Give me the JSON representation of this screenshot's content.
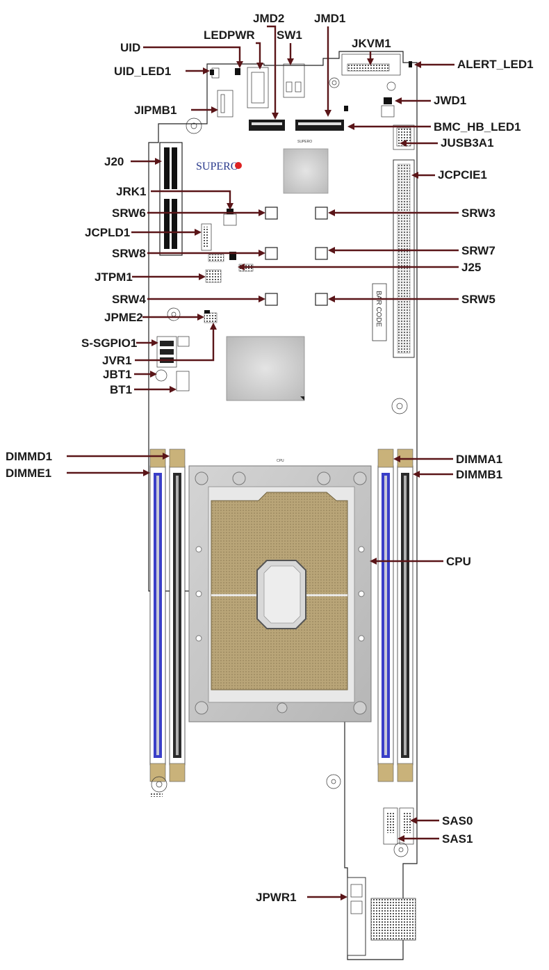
{
  "board": {
    "brand": "SUPERO",
    "barcode_label": "BAR CODE",
    "cpu_silk": "CPU"
  },
  "labels": {
    "jmd2": "JMD2",
    "jmd1": "JMD1",
    "sw1": "SW1",
    "jkvm1": "JKVM1",
    "uid": "UID",
    "ledpwr": "LEDPWR",
    "uid_led1": "UID_LED1",
    "alert_led1": "ALERT_LED1",
    "jwd1": "JWD1",
    "jipmb1": "JIPMB1",
    "bmc_hb_led1": "BMC_HB_LED1",
    "jusb3a1": "JUSB3A1",
    "j20": "J20",
    "jcpcie1": "JCPCIE1",
    "jrk1": "JRK1",
    "srw6": "SRW6",
    "srw3": "SRW3",
    "jcpld1": "JCPLD1",
    "srw8": "SRW8",
    "srw7": "SRW7",
    "j25": "J25",
    "jtpm1": "JTPM1",
    "srw4": "SRW4",
    "srw5": "SRW5",
    "jpme2": "JPME2",
    "s_sgpio1": "S-SGPIO1",
    "jvr1": "JVR1",
    "jbt1": "JBT1",
    "bt1": "BT1",
    "dimmd1": "DIMMD1",
    "dimma1": "DIMMA1",
    "dimme1": "DIMME1",
    "dimmb1": "DIMMB1",
    "cpu": "CPU",
    "sas0": "SAS0",
    "sas1": "SAS1",
    "jpwr1": "JPWR1"
  },
  "colors": {
    "leader": "#5a1518",
    "label_text": "#1a1a1a",
    "dimm_blue": "#3a3fc8",
    "dimm_black": "#2b2b2b",
    "socket_gold": "#b8a77a",
    "latch_gold": "#c9b27a"
  }
}
